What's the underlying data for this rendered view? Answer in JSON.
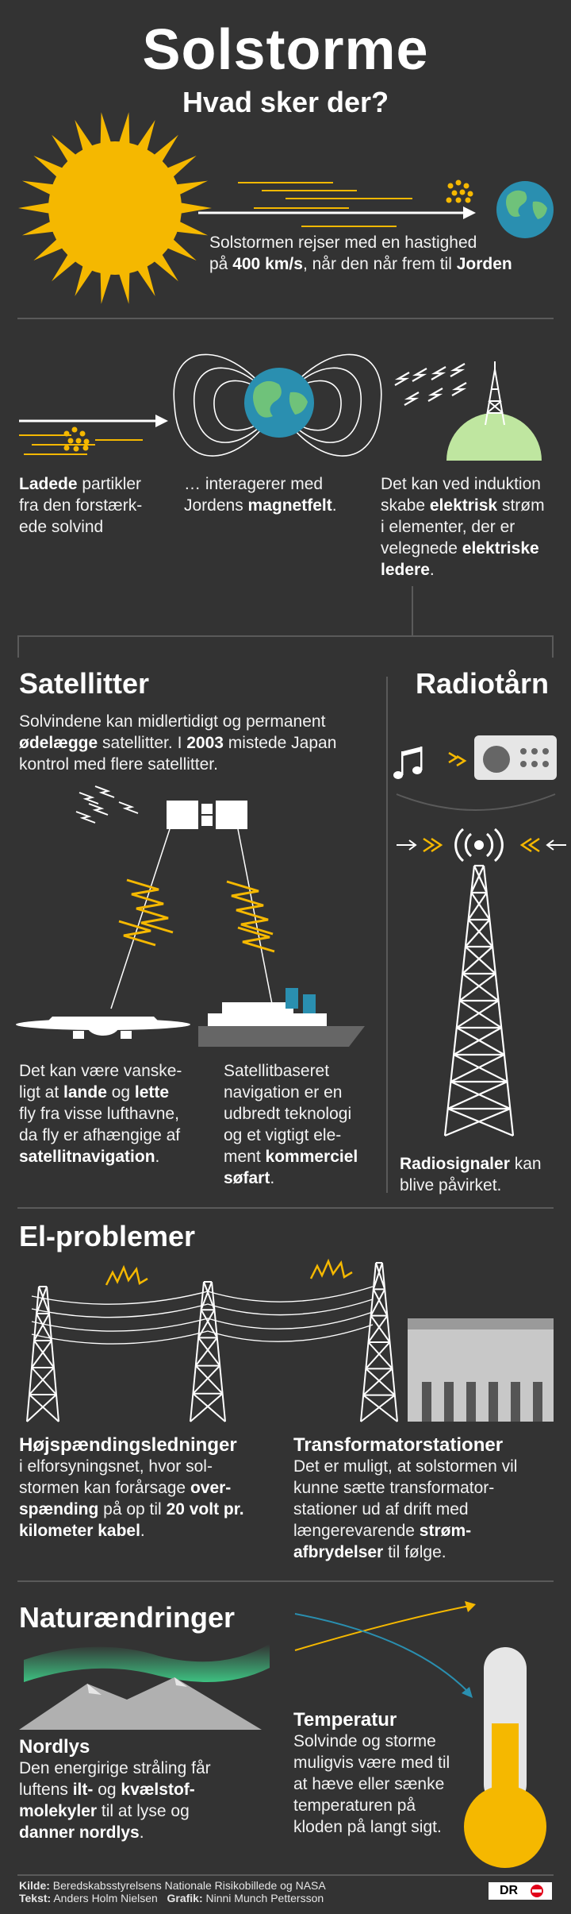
{
  "header": {
    "title": "Solstorme",
    "subtitle": "Hvad sker der?"
  },
  "intro": {
    "line1": "Solstormen rejser med en hastighed",
    "line2_pre": "på ",
    "line2_speed": "400 km/s",
    "line2_mid": ", når den når frem til ",
    "line2_end": "Jorden"
  },
  "steps": {
    "step1": {
      "b": "Ladede",
      "t1": " partikler",
      "t2": "fra den forstærk-",
      "t3": "ede solvind"
    },
    "step2": {
      "t1": "… interagerer med",
      "t2": "Jordens ",
      "b": "magnetfelt",
      "t3": "."
    },
    "step3": {
      "t1": "Det kan ved induktion",
      "t2a": "skabe ",
      "b1": "elektrisk",
      "t2b": " strøm",
      "t3": "i elementer, der er",
      "t4": "velegnede ",
      "b2": "elektriske",
      "b3": "ledere",
      "t5": "."
    }
  },
  "satellitter": {
    "heading": "Satellitter",
    "l1": "Solvindene kan midlertidigt og permanent",
    "l2b": "ødelægge",
    "l2": " satellitter. I ",
    "l2y": "2003",
    "l2e": " mistede Japan",
    "l3": "kontrol med flere satellitter.",
    "plane": {
      "l1": "Det kan være vanske-",
      "l2a": "ligt at ",
      "b1": "lande",
      "l2b": " og ",
      "b2": "lette",
      "l3": "fly fra visse lufthavne,",
      "l4": "da fly er afhængige af",
      "b3": "satellitnavigation",
      "l5": "."
    },
    "ship": {
      "l1": "Satellitbaseret",
      "l2": "navigation er en",
      "l3": "udbredt teknologi",
      "l4": "og et vigtigt ele-",
      "l5": "ment ",
      "b1": "kommerciel",
      "b2": "søfart",
      "l6": "."
    }
  },
  "radio": {
    "heading": "Radiotårn",
    "b": "Radiosignaler",
    "t1": " kan",
    "t2": "blive påvirket."
  },
  "el": {
    "heading": "El-problemer",
    "left": {
      "head": "Højspændingsledninger",
      "l1": "i elforsyningsnet, hvor sol-",
      "l2a": "stormen kan forårsage ",
      "b1": "over-",
      "b2": "spænding",
      "l3": " på op til ",
      "b3": "20 volt pr.",
      "b4": "kilometer kabel",
      "l4": "."
    },
    "right": {
      "head": "Transformatorstationer",
      "l1": "Det er muligt, at solstormen vil",
      "l2": "kunne sætte transformator-",
      "l3": "stationer ud af drift med",
      "l4a": "længerevarende ",
      "b1": "strøm-",
      "b2": "afbrydelser",
      "l5": " til følge."
    }
  },
  "natur": {
    "heading": "Naturændringer",
    "nordlys": {
      "head": "Nordlys",
      "l1": "Den energirige stråling får",
      "l2a": "luftens ",
      "b1": "ilt-",
      "l2b": " og ",
      "b2": "kvælstof-",
      "b3": "molekyler",
      "l3": " til at lyse og",
      "b4": "danner nordlys",
      "l4": "."
    },
    "temp": {
      "head": "Temperatur",
      "l1": "Solvinde og storme",
      "l2": "muligvis være med til",
      "l3": "at hæve eller sænke",
      "l4": "temperaturen på",
      "l5": "kloden på langt sigt."
    }
  },
  "footer": {
    "kilde_label": "Kilde:",
    "kilde": " Beredskabsstyrelsens Nationale Risikobillede og NASA",
    "tekst_label": "Tekst:",
    "tekst": " Anders Holm Nielsen",
    "grafik_label": "Grafik:",
    "grafik": " Ninni Munch Pettersson",
    "logo": "DR"
  },
  "colors": {
    "background": "#333333",
    "sun": "#f5b800",
    "lightning": "#f5b800",
    "earth_ocean": "#2a8fb0",
    "earth_land": "#6fc27a",
    "hill": "#bfe6a0",
    "thermo": "#f5b800",
    "aurora": "#3fd18a",
    "line": "#5a5a5a"
  }
}
